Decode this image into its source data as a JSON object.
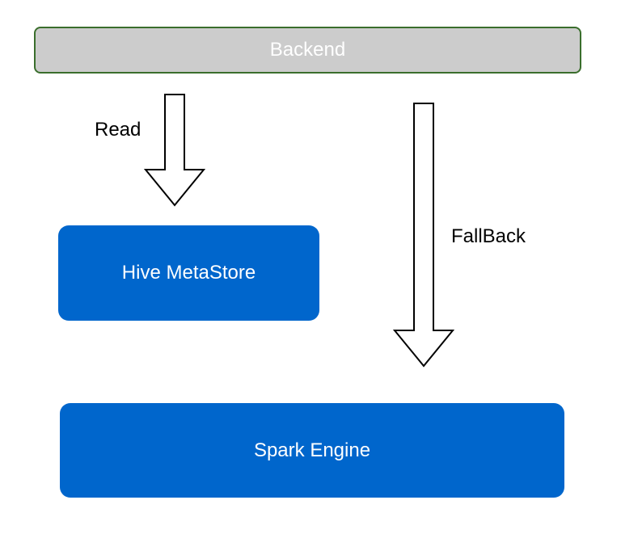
{
  "diagram": {
    "backend": {
      "label": "Backend",
      "fill": "#cccccc",
      "border": "#3a6e2c"
    },
    "hive_metastore": {
      "label": "Hive MetaStore",
      "fill": "#0066cc"
    },
    "spark_engine": {
      "label": "Spark Engine",
      "fill": "#0066cc"
    },
    "edges": {
      "read": {
        "label": "Read",
        "from": "Backend",
        "to": "Hive MetaStore"
      },
      "fallback": {
        "label": "FallBack",
        "from": "Backend",
        "to": "Spark Engine"
      }
    }
  }
}
